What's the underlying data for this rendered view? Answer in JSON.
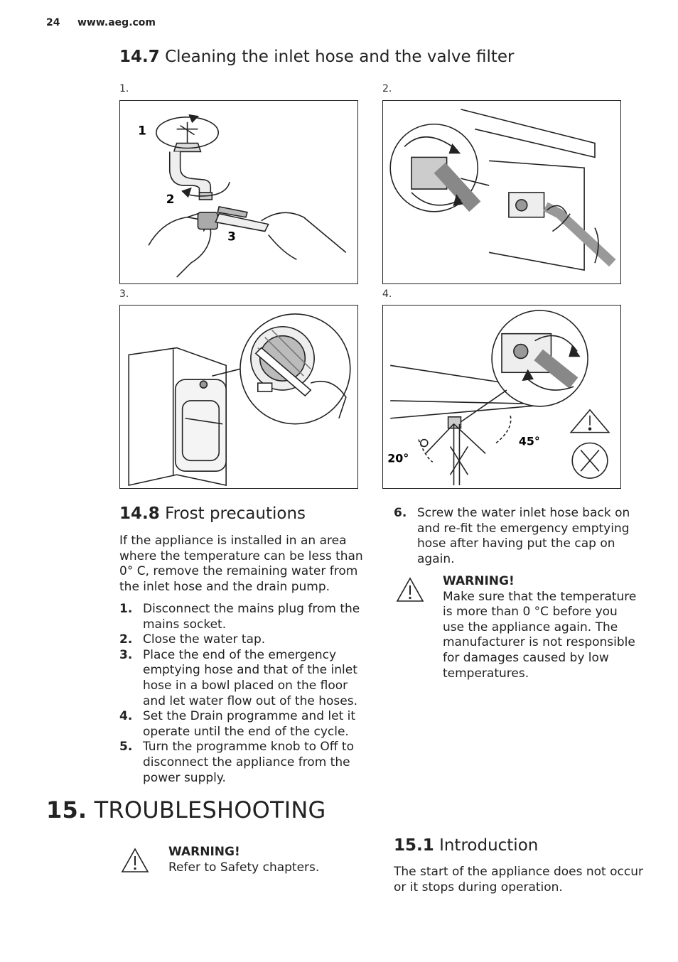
{
  "header": {
    "page_number": "24",
    "url": "www.aeg.com"
  },
  "section_14_7": {
    "number": "14.7",
    "title": "Cleaning the inlet hose and the valve filter",
    "figures": [
      {
        "label": "1.",
        "callouts": [
          "1",
          "2",
          "3"
        ]
      },
      {
        "label": "2."
      },
      {
        "label": "3."
      },
      {
        "label": "4.",
        "angle_left": "20°",
        "angle_right": "45°"
      }
    ]
  },
  "section_14_8": {
    "number": "14.8",
    "title": "Frost precautions",
    "intro": "If the appliance is installed in an area where the temperature can be less than 0° C, remove the remaining water from the inlet hose and the drain pump.",
    "steps": [
      {
        "num": "1.",
        "text": "Disconnect the mains plug from the mains socket."
      },
      {
        "num": "2.",
        "text": "Close the water tap."
      },
      {
        "num": "3.",
        "text": "Place the end of the emergency emptying hose and that of the inlet hose in a bowl placed on the floor and let water flow out of the hoses."
      },
      {
        "num": "4.",
        "text": "Set the Drain programme and let it operate until the end of the cycle."
      },
      {
        "num": "5.",
        "text": "Turn the programme knob to Off to disconnect the appliance from the power supply."
      },
      {
        "num": "6.",
        "text": "Screw the water inlet hose back on and re-fit the emergency emptying hose after having put the cap on again."
      }
    ],
    "warning": {
      "title": "WARNING!",
      "text": "Make sure that the temperature is more than 0 °C before you use the appliance again. The manufacturer is not responsible for damages caused by low temperatures."
    }
  },
  "section_15": {
    "number": "15.",
    "title": "TROUBLESHOOTING",
    "warning": {
      "title": "WARNING!",
      "text": "Refer to Safety chapters."
    }
  },
  "section_15_1": {
    "number": "15.1",
    "title": "Introduction",
    "text": "The start of the appliance does not occur or it stops during operation."
  }
}
